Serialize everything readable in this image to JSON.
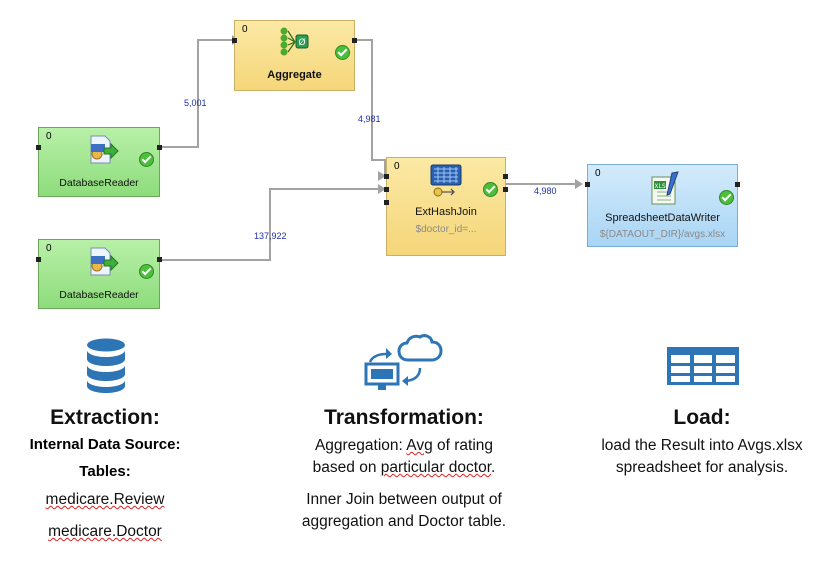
{
  "nodes": {
    "aggregate": {
      "title": "Aggregate",
      "port_count": "0",
      "subtitle": ""
    },
    "reader1": {
      "title": "DatabaseReader",
      "port_count": "0"
    },
    "reader2": {
      "title": "DatabaseReader",
      "port_count": "0"
    },
    "join": {
      "title": "ExtHashJoin",
      "port_count": "0",
      "subtitle": "$doctor_id=..."
    },
    "writer": {
      "title": "SpreadsheetDataWriter",
      "port_count": "0",
      "subtitle": "${DATAOUT_DIR}/avgs.xlsx",
      "badge": "XLS"
    }
  },
  "edges": {
    "reader1_to_aggregate": "5,001",
    "aggregate_to_join": "4,981",
    "reader2_to_join": "137,922",
    "join_to_writer": "4,980"
  },
  "extraction": {
    "heading": "Extraction:",
    "line1": "Internal Data Source:",
    "line2": "Tables:",
    "table1": "medicare.Review",
    "table2": "medicare.Doctor"
  },
  "transformation": {
    "heading": "Transformation:",
    "p1_a": "Aggregation: ",
    "p1_b": "Avg",
    "p1_c": " of rating",
    "p1_d": "based on ",
    "p1_e": "particular doctor",
    "p1_f": ".",
    "p2_a": "Inner Join between output of",
    "p2_b": "aggregation and Doctor table."
  },
  "load": {
    "heading": "Load:",
    "line1": "load the Result into Avgs.xlsx",
    "line2": "spreadsheet for analysis."
  },
  "colors": {
    "accent_blue": "#2e75b6",
    "wire": "#a0a0a0",
    "edge_label": "#1f2fa8"
  }
}
